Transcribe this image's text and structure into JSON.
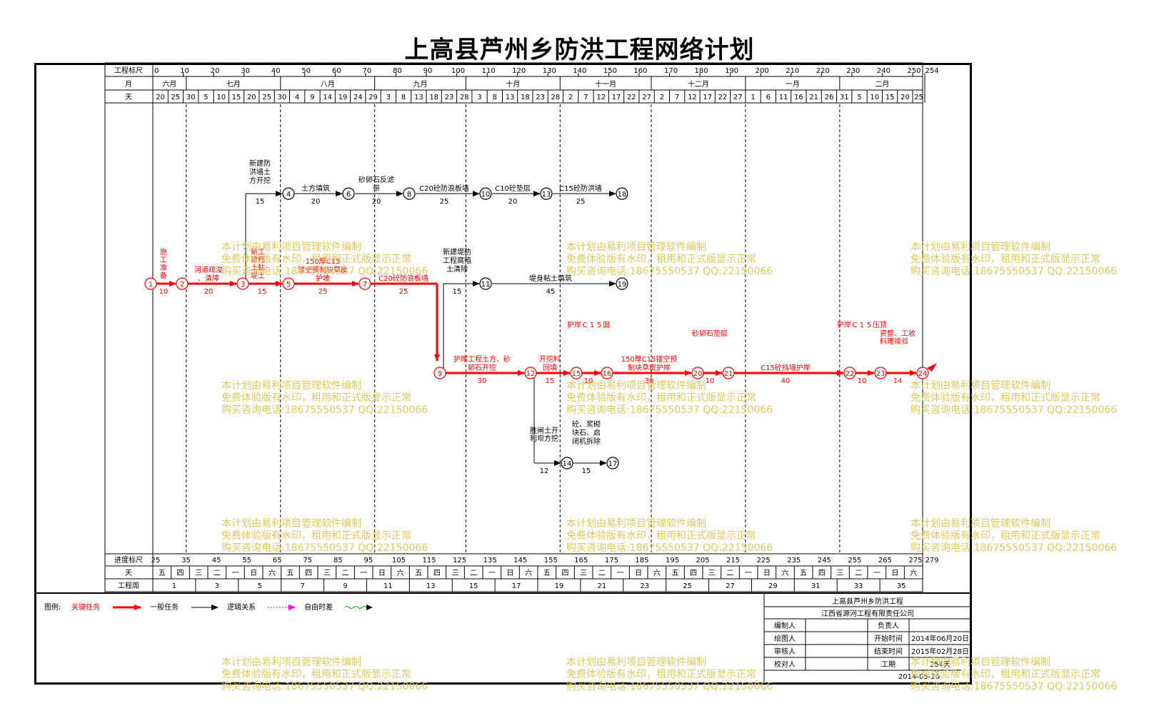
{
  "title": "上高县芦州乡防洪工程网络计划",
  "top_scale": {
    "label": "工程标尺",
    "ticks": [
      "0",
      "10",
      "20",
      "30",
      "40",
      "50",
      "60",
      "70",
      "80",
      "90",
      "100",
      "110",
      "120",
      "130",
      "140",
      "150",
      "160",
      "170",
      "180",
      "190",
      "200",
      "210",
      "220",
      "230",
      "240",
      "250",
      "254"
    ],
    "month_label": "月",
    "months": [
      "六月",
      "七月",
      "八月",
      "九月",
      "十月",
      "十一月",
      "十二月",
      "一月",
      "二月"
    ],
    "day_label": "天",
    "days": [
      "20",
      "25",
      "30",
      "5",
      "10",
      "15",
      "20",
      "25",
      "30",
      "4",
      "9",
      "14",
      "19",
      "24",
      "29",
      "3",
      "8",
      "13",
      "18",
      "23",
      "28",
      "3",
      "8",
      "13",
      "18",
      "23",
      "28",
      "2",
      "7",
      "12",
      "17",
      "22",
      "27",
      "2",
      "7",
      "12",
      "17",
      "22",
      "27",
      "1",
      "6",
      "11",
      "16",
      "21",
      "26",
      "31",
      "5",
      "10",
      "15",
      "20",
      "25"
    ]
  },
  "bottom_scale": {
    "progress_label": "进度标尺",
    "progress_ticks": [
      "25",
      "35",
      "45",
      "55",
      "65",
      "75",
      "85",
      "95",
      "105",
      "115",
      "125",
      "135",
      "145",
      "155",
      "165",
      "175",
      "185",
      "195",
      "205",
      "215",
      "225",
      "235",
      "245",
      "255",
      "265",
      "275",
      "279"
    ],
    "day_label": "天",
    "weekdays": [
      "五",
      "四",
      "三",
      "二",
      "一",
      "日",
      "六",
      "五",
      "四",
      "三",
      "二",
      "一",
      "日",
      "六",
      "五",
      "四",
      "三",
      "二",
      "一",
      "日",
      "六",
      "五",
      "四",
      "三",
      "二",
      "一",
      "日",
      "六",
      "五",
      "四",
      "三",
      "二",
      "一",
      "日",
      "六",
      "五",
      "四",
      "三",
      "二",
      "一",
      "日",
      "六"
    ],
    "week_label": "工程周",
    "weeks": [
      "1",
      "3",
      "5",
      "7",
      "9",
      "11",
      "13",
      "15",
      "17",
      "19",
      "21",
      "23",
      "25",
      "27",
      "29",
      "31",
      "33",
      "35"
    ]
  },
  "nodes": [
    "1",
    "2",
    "3",
    "4",
    "5",
    "6",
    "7",
    "8",
    "9",
    "10",
    "11",
    "12",
    "13",
    "14",
    "15",
    "16",
    "17",
    "18",
    "19",
    "20",
    "21",
    "22",
    "23",
    "24"
  ],
  "tasks": [
    {
      "name": "施工准备",
      "dur": "10",
      "critical": true
    },
    {
      "name": "河道疏浚、清障",
      "dur": "20",
      "critical": true
    },
    {
      "name": "新建土堤工程粘土填筑",
      "dur": "15",
      "critical": true
    },
    {
      "name": "150厚C15镂空预制块草皮护坡",
      "dur": "25",
      "critical": true
    },
    {
      "name": "C20砼防浪板墙",
      "dur": "25",
      "critical": true
    },
    {
      "name": "新建防洪墙土方开挖",
      "dur": "15",
      "critical": false
    },
    {
      "name": "土方填筑",
      "dur": "20",
      "critical": false
    },
    {
      "name": "砂卵石反滤带",
      "dur": "20",
      "critical": false
    },
    {
      "name": "C20砼防浪板墙",
      "dur": "25",
      "critical": false
    },
    {
      "name": "C10砼垫层",
      "dur": "20",
      "critical": false
    },
    {
      "name": "C15砼防洪墙",
      "dur": "25",
      "critical": false
    },
    {
      "name": "新建堤防工程腐殖土清除",
      "dur": "15",
      "critical": false
    },
    {
      "name": "堤身粘土填筑",
      "dur": "45",
      "critical": false
    },
    {
      "name": "护岸工程土方、砂卵石开挖",
      "dur": "30",
      "critical": true
    },
    {
      "name": "开挖料回填",
      "dur": "15",
      "critical": true
    },
    {
      "name": "护岸C15固脚",
      "dur": "10",
      "critical": true
    },
    {
      "name": "150厚C15镂空预制块草皮护岸",
      "dur": "30",
      "critical": true
    },
    {
      "name": "砂卵石垫层",
      "dur": "10",
      "critical": true
    },
    {
      "name": "C15砼挡墙护岸",
      "dur": "40",
      "critical": true
    },
    {
      "name": "护岸C15压顶",
      "dur": "10",
      "critical": true
    },
    {
      "name": "资料整理、竣工验收",
      "dur": "14",
      "critical": true
    },
    {
      "name": "胜利闸坝土方开挖",
      "dur": "12",
      "critical": false
    },
    {
      "name": "砼、浆砌块石、启闭机拆除",
      "dur": "15",
      "critical": false
    }
  ],
  "legend": {
    "label": "图例:",
    "critical": "关键任务",
    "normal": "一般任务",
    "logic": "逻辑关系",
    "free": "自由时差"
  },
  "info": {
    "project": "上高县芦州乡防洪工程",
    "company": "江西省源河工程有限责任公司",
    "rows": [
      [
        "编制人",
        "",
        "负责人",
        ""
      ],
      [
        "绘图人",
        "",
        "开始时间",
        "2014年06月20日"
      ],
      [
        "审核人",
        "",
        "结束时间",
        "2015年02月28日"
      ],
      [
        "校对人",
        "",
        "工期",
        "254天"
      ]
    ],
    "date": "2014-05-26"
  },
  "watermark": [
    "本计划由易利项目管理软件编制",
    "免费体验版有水印，租用和正式版显示正常",
    "购买咨询电话:18675550537 QQ:22150066"
  ],
  "colors": {
    "critical": "#ff0000",
    "normal": "#000000",
    "logic": "#ff00ff",
    "free": "#00aa00",
    "watermark": "#e0c860"
  }
}
